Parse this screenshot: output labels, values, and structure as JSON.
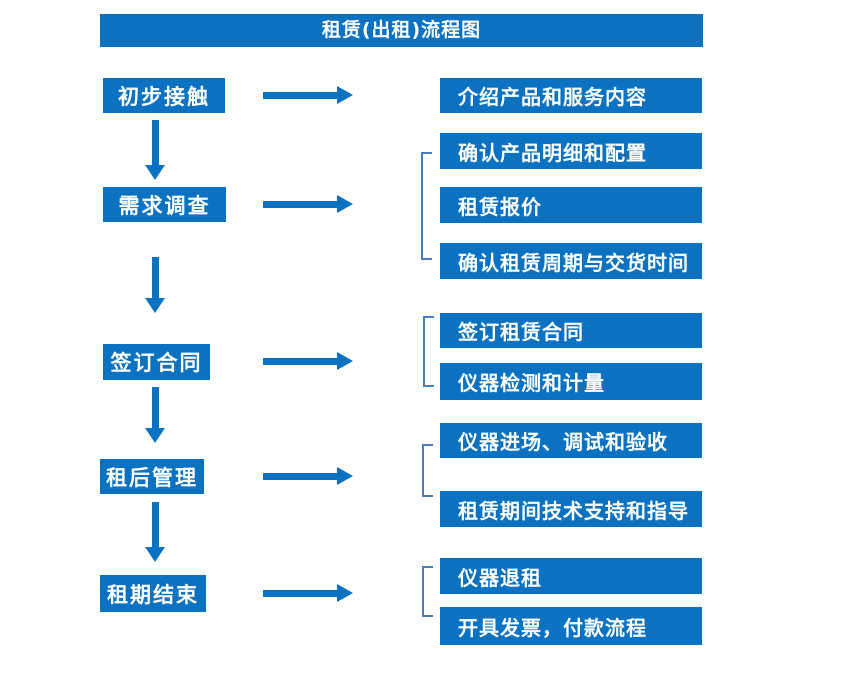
{
  "title": "租赁(出租)流程图",
  "colors": {
    "primary": "#0a72c0",
    "bracket": "#4a7ebb",
    "box_text": "#ffffff"
  },
  "steps": [
    {
      "label": "初步接触",
      "details": [
        "介绍产品和服务内容"
      ]
    },
    {
      "label": "需求调查",
      "details": [
        "确认产品明细和配置",
        "租赁报价",
        "确认租赁周期与交货时间"
      ]
    },
    {
      "label": "签订合同",
      "details": [
        "签订租赁合同",
        "仪器检测和计量"
      ]
    },
    {
      "label": "租后管理",
      "details": [
        "仪器进场、调试和验收",
        "租赁期间技术支持和指导"
      ]
    },
    {
      "label": "租期结束",
      "details": [
        "仪器退租",
        "开具发票，付款流程"
      ]
    }
  ]
}
